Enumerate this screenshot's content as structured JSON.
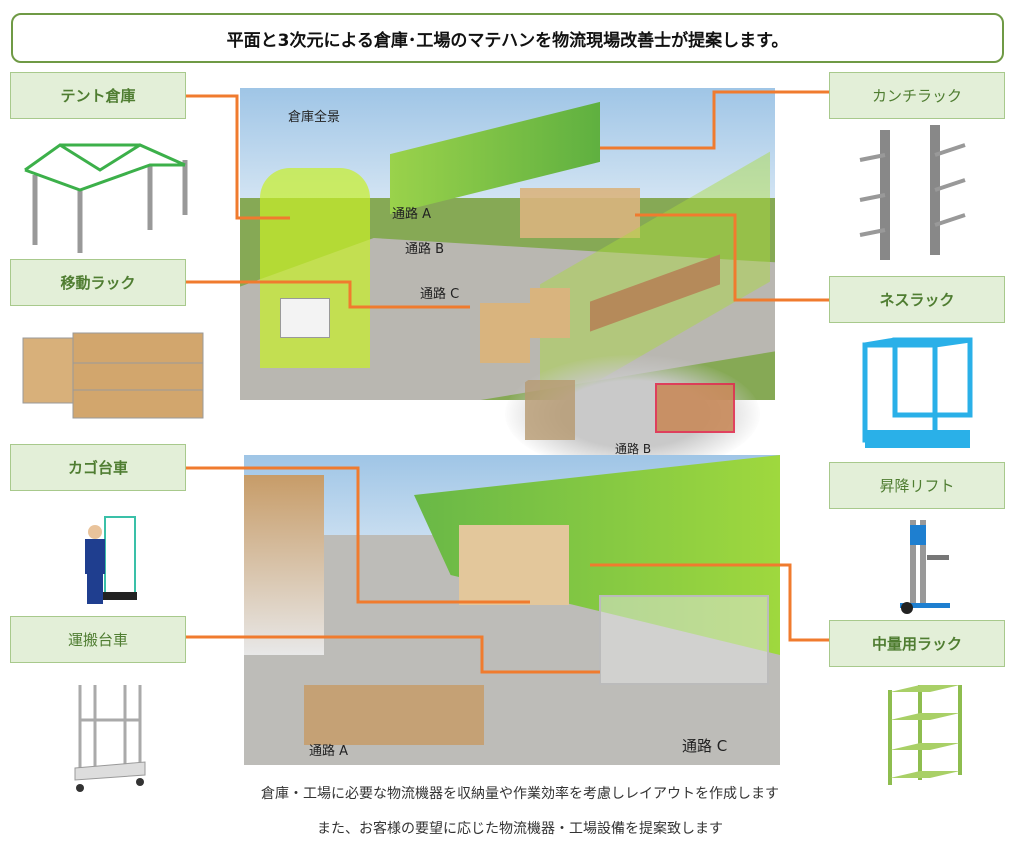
{
  "header": {
    "title": "平面と3次元による倉庫･工場のマテハンを物流現場改善士が提案します。"
  },
  "left_labels": [
    "テント倉庫",
    "移動ラック",
    "カゴ台車",
    "運搬台車"
  ],
  "right_labels": [
    "カンチラック",
    "ネスラック",
    "昇降リフト",
    "中量用ラック"
  ],
  "top_scene": {
    "title": "倉庫全景",
    "aisle_a": "通路 A",
    "aisle_b": "通路 B",
    "aisle_c": "通路 C"
  },
  "inset": {
    "aisle": "通路 B"
  },
  "bottom_scene": {
    "aisle_a": "通路 A",
    "aisle_c": "通路 C"
  },
  "captions": [
    "倉庫・工場に必要な物流機器を収納量や作業効率を考慮しレイアウトを作成します",
    "また、お客様の要望に応じた物流機器・工場設備を提案致します"
  ],
  "colors": {
    "accent": "#f07b2e",
    "label_bg": "#e3efd8",
    "border": "#6f9a45"
  }
}
